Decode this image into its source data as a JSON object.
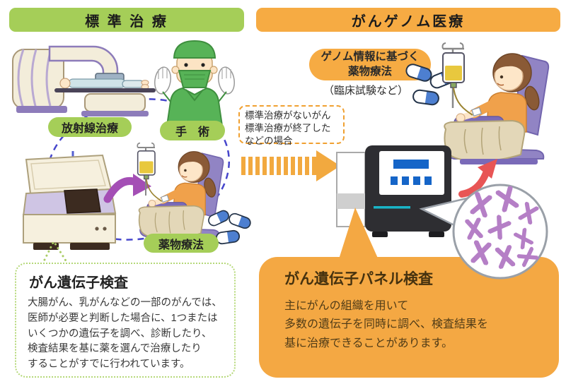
{
  "headers": {
    "left": "標 準 治 療",
    "right": "がんゲノム医療"
  },
  "left_section": {
    "radiation_label": "放射線治療",
    "surgery_label": "手　術",
    "drug_label": "薬物療法",
    "info_box": {
      "title": "がん遺伝子検査",
      "body": "大腸がん、乳がんなどの一部のがんでは、\n医師が必要と判断した場合に、1つまたは\nいくつかの遺伝子を調べ、診断したり、\n検査結果を基に薬を選んで治療したり\nすることがすでに行われています。"
    }
  },
  "middle": {
    "condition_note": "標準治療がないがん\n標準治療が終了した\nなどの場合"
  },
  "right_section": {
    "genome_therapy_label": "ゲノム情報に基づく\n薬物療法",
    "clinical_trial_note": "（臨床試験など）",
    "info_box": {
      "title": "がん遺伝子パネル検査",
      "body": "主にがんの組織を用いて\n多数の遺伝子を同時に調べ、検査結果を\n基に治療できることがあります。"
    }
  },
  "colors": {
    "header_green": "#a5ce58",
    "header_orange": "#f6ab43",
    "dashed_route_blue": "#4646cc",
    "dotted_border_green": "#b5d878",
    "condition_dash_orange": "#f0a030",
    "panel_box_orange": "#f4a843",
    "chromosome_purple": "#b57fc6",
    "chair_purple": "#9184c4",
    "arrow_purple": "#a44fb5",
    "arrow_red": "#e85555",
    "pill_capsule_blue": "#4d7fd0",
    "text_dark": "#333333",
    "text_brown": "#513c17"
  }
}
